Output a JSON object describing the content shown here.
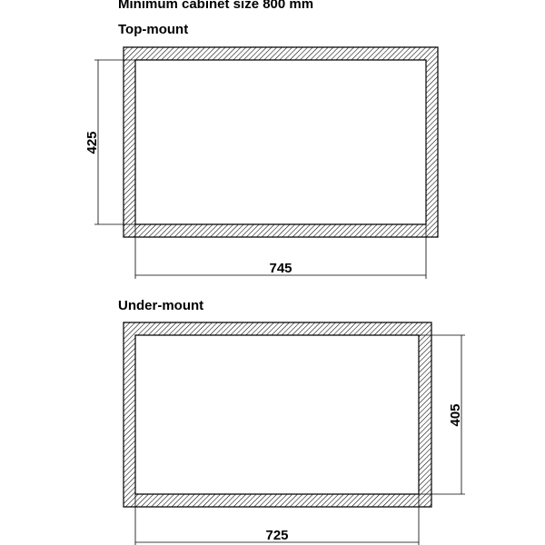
{
  "header": {
    "title": "Minimum cabinet size 800 mm"
  },
  "top_mount": {
    "title": "Top-mount",
    "width_label": "745",
    "height_label": "425"
  },
  "under_mount": {
    "title": "Under-mount",
    "width_label": "725",
    "height_label": "405"
  },
  "colors": {
    "ink": "#000000",
    "background": "#ffffff"
  }
}
